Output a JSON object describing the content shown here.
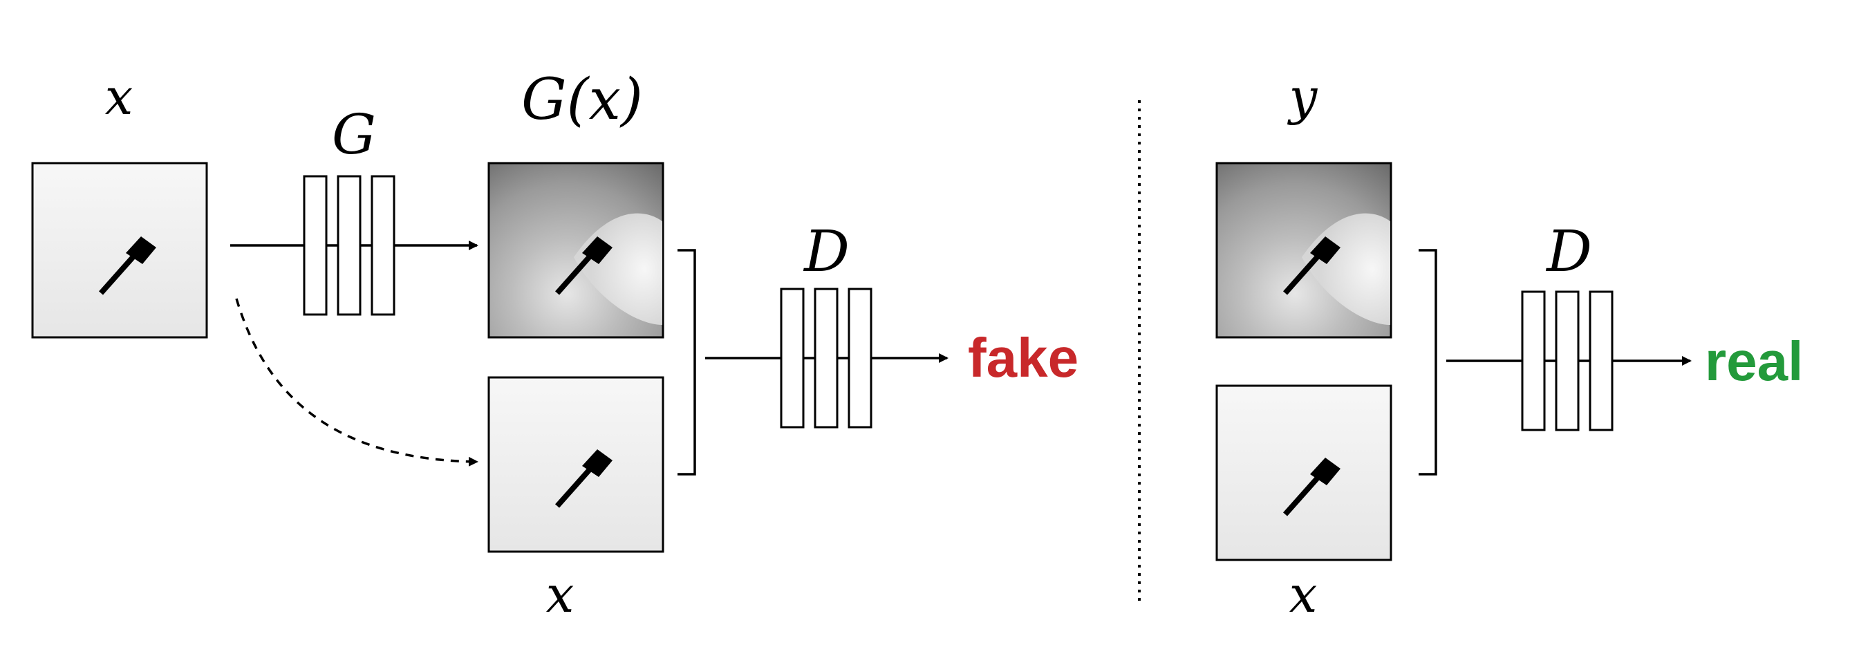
{
  "labels": {
    "input_top": "x",
    "generator": "G",
    "generated": "G(x)",
    "input_bottom_left": "x",
    "discriminator_left": "D",
    "fake": "fake",
    "target": "y",
    "input_bottom_right": "x",
    "discriminator_right": "D",
    "real": "real"
  },
  "colors": {
    "fake": "#c8282a",
    "real": "#239a3b",
    "stroke": "#000000",
    "input_bg": "#f0f0f0"
  },
  "icons": {
    "object": "airfoil-probe-icon"
  }
}
